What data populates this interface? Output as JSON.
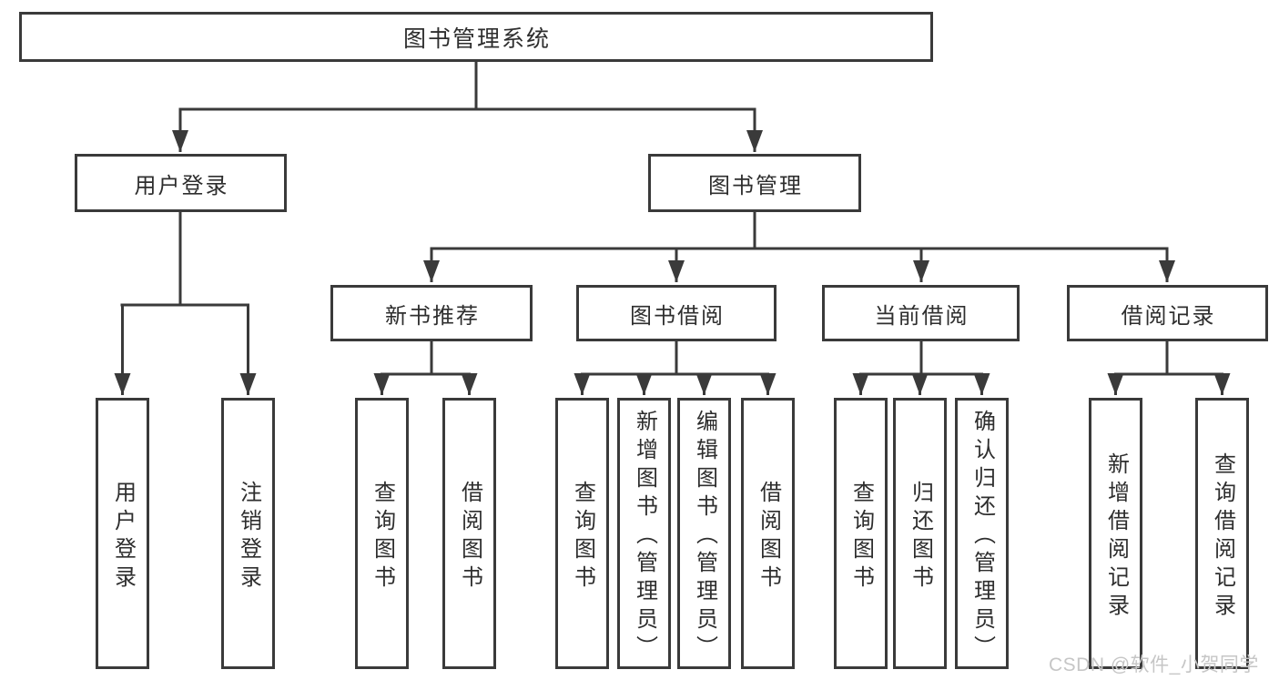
{
  "diagram": {
    "root": "图书管理系统",
    "level2": [
      {
        "label": "用户登录",
        "children": [
          "用户登录",
          "注销登录"
        ]
      },
      {
        "label": "图书管理",
        "children": [
          {
            "label": "新书推荐",
            "children": [
              "查询图书",
              "借阅图书"
            ]
          },
          {
            "label": "图书借阅",
            "children": [
              "查询图书",
              "新增图书（管理员）",
              "编辑图书（管理员）",
              "借阅图书"
            ]
          },
          {
            "label": "当前借阅",
            "children": [
              "查询图书",
              "归还图书",
              "确认归还（管理员）"
            ]
          },
          {
            "label": "借阅记录",
            "children": [
              "新增借阅记录",
              "查询借阅记录"
            ]
          }
        ]
      }
    ]
  },
  "colors": {
    "line": "#3a3a3a",
    "text": "#2e2e2e",
    "watermark": "#c6c6c6"
  },
  "watermark": "CSDN @软件_小贺同学"
}
